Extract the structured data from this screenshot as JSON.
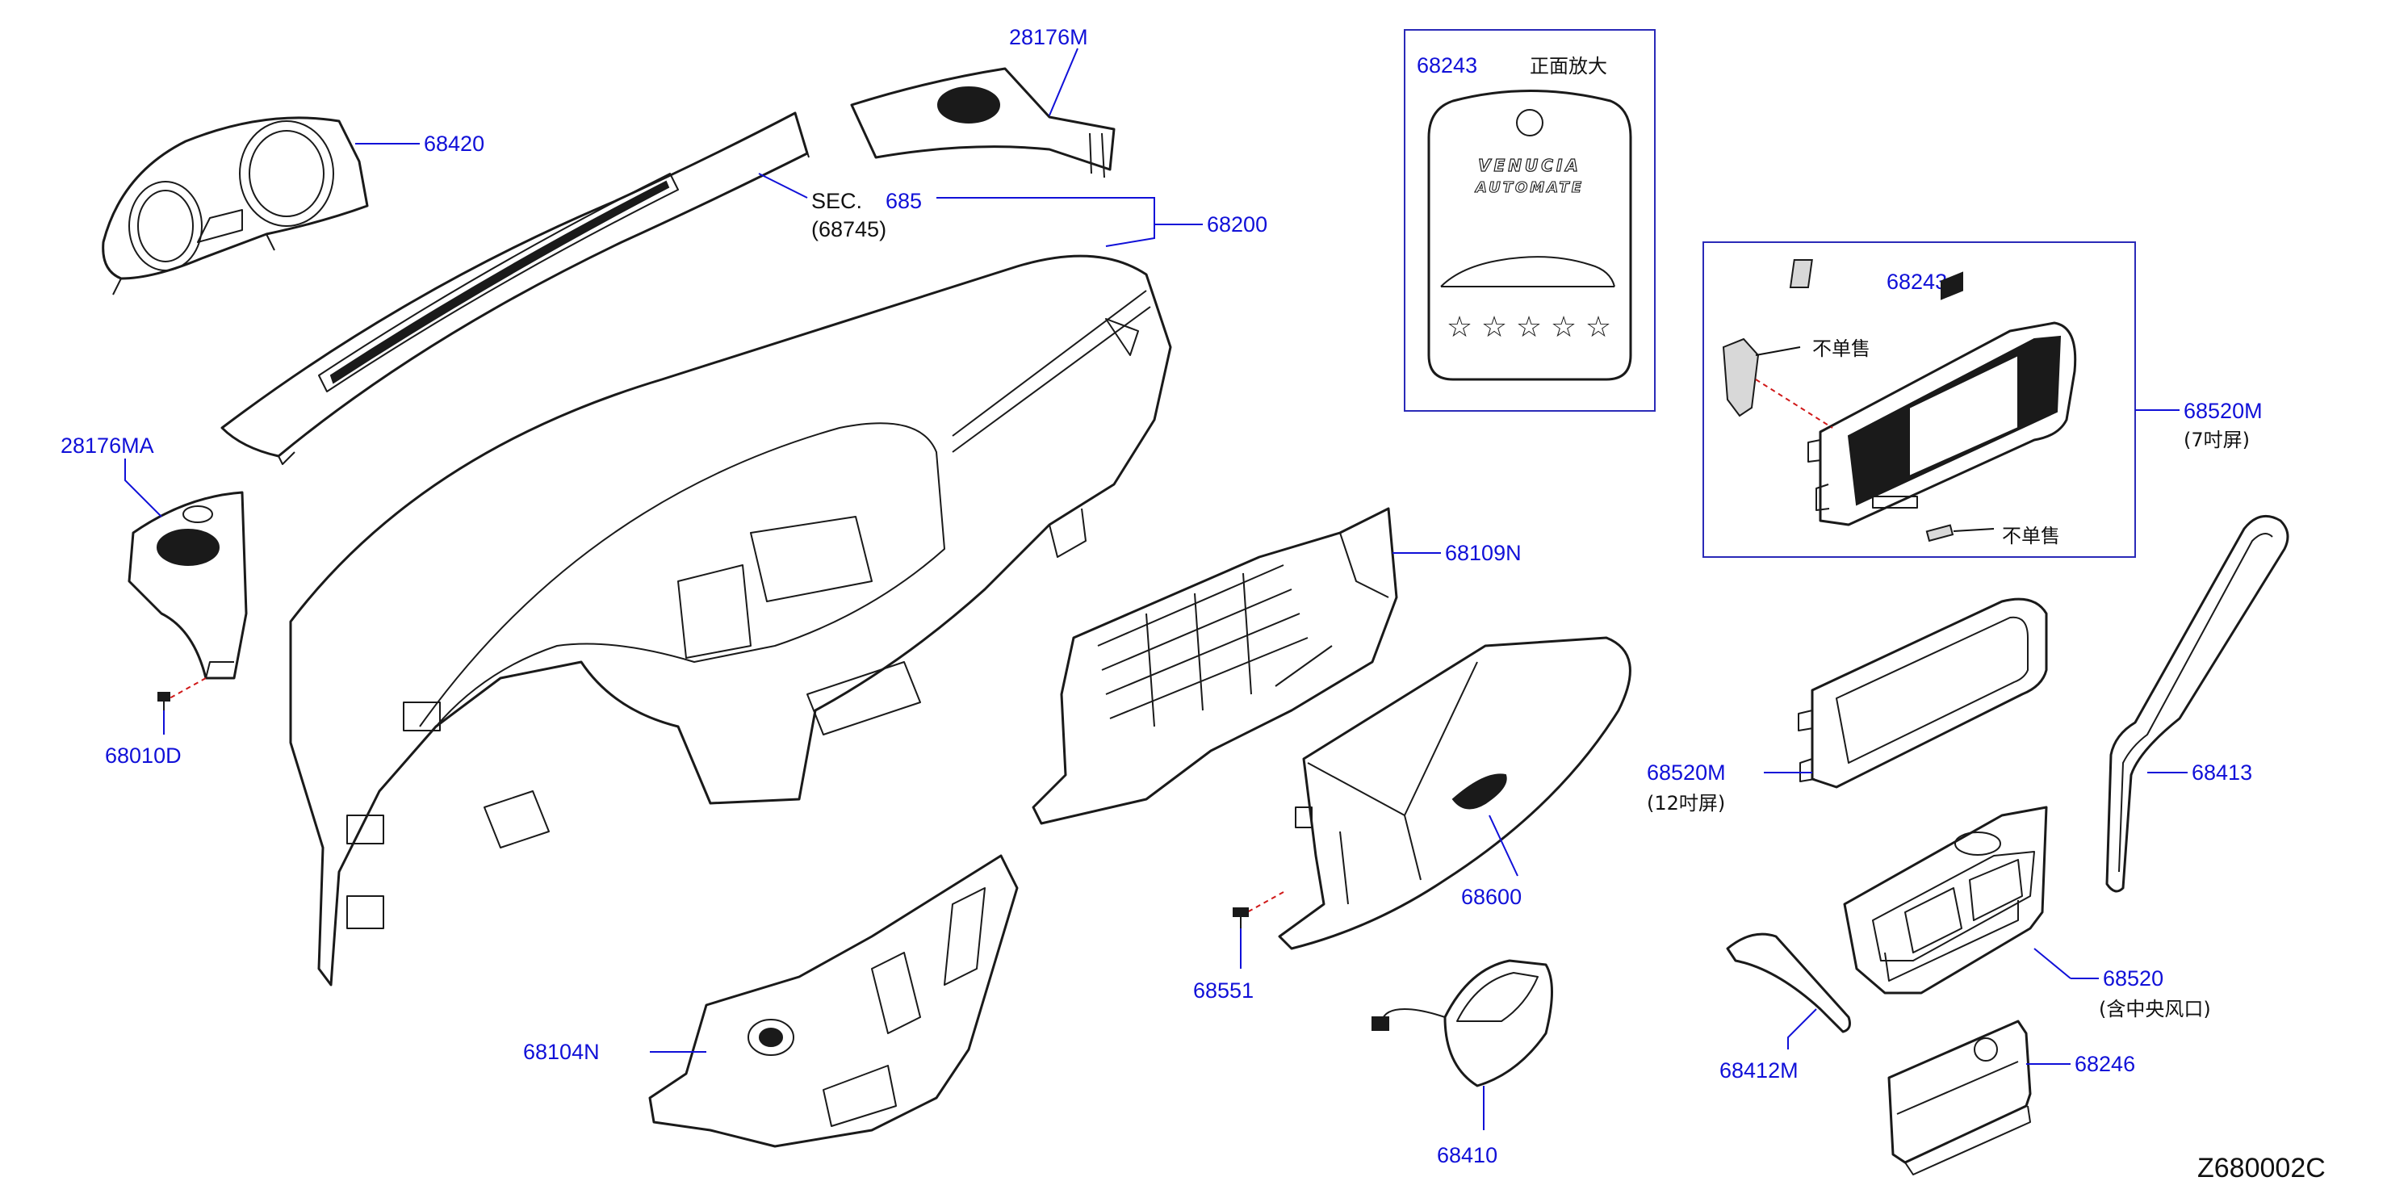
{
  "diagram_code": "Z680002C",
  "callouts": {
    "p68420": "68420",
    "p28176M": "28176M",
    "sec_text": "SEC.",
    "sec_num": "685",
    "sec_ref": "(68745)",
    "p68200": "68200",
    "p28176MA": "28176MA",
    "p68010D": "68010D",
    "p68109N": "68109N",
    "p68600": "68600",
    "p68551": "68551",
    "p68104N": "68104N",
    "p68410": "68410",
    "p68520M_7": "68520M",
    "p68520M_7_note": "(7吋屏)",
    "p68520M_12": "68520M",
    "p68520M_12_note": "(12吋屏)",
    "p68413": "68413",
    "p68520": "68520",
    "p68520_note": "(含中央风口)",
    "p68412M": "68412M",
    "p68246": "68246"
  },
  "inset_front": {
    "part": "68243",
    "title": "正面放大",
    "emblem_line1": "VENUCIA",
    "emblem_line2": "AUTOMATE",
    "stars": [
      "☆",
      "☆",
      "☆",
      "☆",
      "☆"
    ]
  },
  "inset_display": {
    "part": "68243",
    "not_sold_1": "不单售",
    "not_sold_2": "不单售"
  },
  "colors": {
    "label": "#1010d8",
    "line": "#1a1a1a",
    "inset_border": "#2a2ab8",
    "fastener_dash": "#d01818"
  }
}
